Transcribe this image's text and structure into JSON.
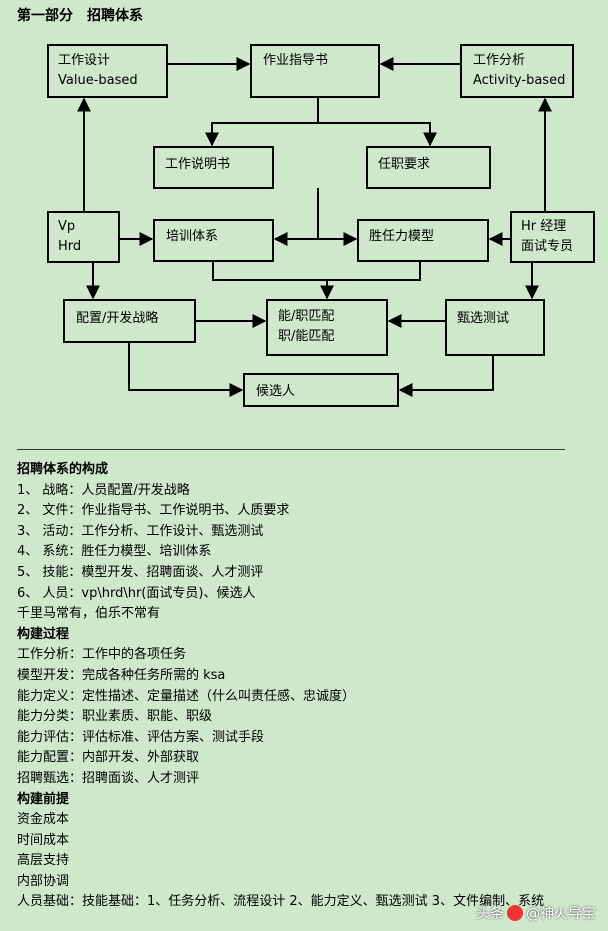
{
  "title": "第一部分　招聘体系",
  "diagram": {
    "boxes": {
      "work_design": [
        "工作设计",
        "Value-based"
      ],
      "guide": "作业指导书",
      "work_analysis": [
        "工作分析",
        "Activity-based"
      ],
      "job_desc": "工作说明书",
      "job_req": "任职要求",
      "vp": [
        "Vp",
        "Hrd"
      ],
      "training": "培训体系",
      "competency": "胜任力模型",
      "hr": [
        "Hr 经理",
        "面试专员"
      ],
      "config": "配置/开发战略",
      "match": [
        "能/职匹配",
        "职/能匹配"
      ],
      "screening": "甄选测试",
      "candidate": "候选人"
    }
  },
  "sections": [
    {
      "heading": "招聘体系的构成",
      "lines": [
        "1、 战略：人员配置/开发战略",
        "2、 文件：作业指导书、工作说明书、人质要求",
        "3、 活动：工作分析、工作设计、甄选测试",
        "4、 系统：胜任力模型、培训体系",
        "5、 技能：模型开发、招聘面谈、人才测评",
        "6、 人员：vp\\hrd\\hr(面试专员)、候选人",
        "千里马常有，伯乐不常有"
      ]
    },
    {
      "heading": "构建过程",
      "lines": [
        "工作分析：工作中的各项任务",
        "模型开发：完成各种任务所需的 ksa",
        "能力定义：定性描述、定量描述（什么叫责任感、忠诚度）",
        "能力分类：职业素质、职能、职级",
        "能力评估：评估标准、评估方案、测试手段",
        "能力配置：内部开发、外部获取",
        "招聘甄选：招聘面谈、人才测评"
      ]
    },
    {
      "heading": "构建前提",
      "lines": [
        "资金成本",
        "时间成本",
        "高层支持",
        "内部协调",
        "人员基础：技能基础：1、任务分析、流程设计 2、能力定义、甄选测试 3、文件编制、系统"
      ]
    }
  ],
  "watermark": {
    "prefix": "头条",
    "handle": "@神火导宝"
  }
}
